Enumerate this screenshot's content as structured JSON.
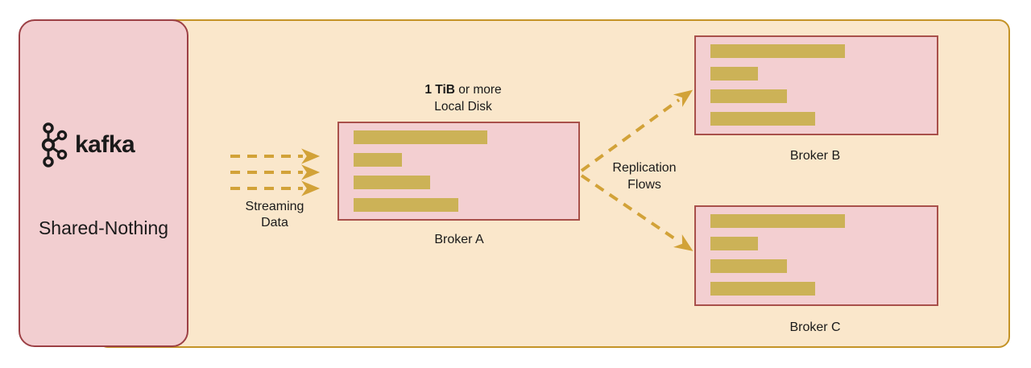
{
  "colors": {
    "outer_fill": "#fae7cb",
    "outer_stroke": "#c49327",
    "panel_fill": "#f2ced0",
    "panel_stroke": "#9c4045",
    "broker_fill": "#f3cfd1",
    "broker_stroke": "#a8504a",
    "bar_fill": "#ccb257",
    "arrow": "#d2a238",
    "text": "#1a1a1a"
  },
  "kafka_panel": {
    "logo_text": "kafka",
    "label": "Shared-Nothing"
  },
  "streaming_label": {
    "line1": "Streaming",
    "line2": "Data"
  },
  "disk_note": {
    "bold": "1 TiB",
    "rest": " or more",
    "line2": "Local Disk"
  },
  "replication_label": {
    "line1": "Replication",
    "line2": "Flows"
  },
  "brokers": [
    {
      "name": "Broker A",
      "bars": [
        166,
        60,
        95,
        130
      ]
    },
    {
      "name": "Broker B",
      "bars": [
        167,
        59,
        95,
        130
      ]
    },
    {
      "name": "Broker C",
      "bars": [
        167,
        59,
        95,
        130
      ]
    }
  ]
}
